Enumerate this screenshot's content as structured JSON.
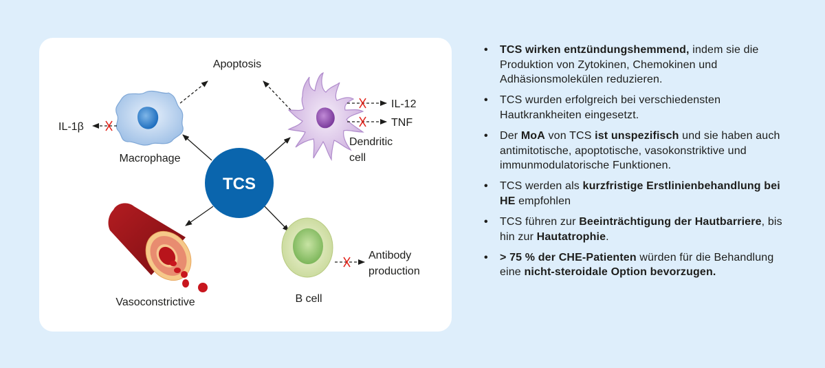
{
  "diagram": {
    "center": "TCS",
    "apoptosis": "Apoptosis",
    "macrophage": "Macrophage",
    "il1b": "IL-1β",
    "dendritic_line1": "Dendritic",
    "dendritic_line2": "cell",
    "il12": "IL-12",
    "tnf": "TNF",
    "vasoconstrictive": "Vasoconstrictive",
    "bcell": "B cell",
    "antibody_line1": "Antibody",
    "antibody_line2": "production"
  },
  "colors": {
    "background": "#deeefb",
    "tcs": "#0a65ad",
    "inhibit": "#e2231a"
  },
  "bullets": [
    [
      {
        "t": "TCS wirken entzündungshemmend,",
        "b": true
      },
      {
        "t": " indem sie die Produktion von Zytokinen, Chemokinen und Adhäsionsmolekülen reduzieren.",
        "b": false
      }
    ],
    [
      {
        "t": "TCS wurden erfolgreich bei verschiedensten Hautkrankheiten eingesetzt.",
        "b": false
      }
    ],
    [
      {
        "t": "Der ",
        "b": false
      },
      {
        "t": "MoA",
        "b": true
      },
      {
        "t": " von TCS ",
        "b": false
      },
      {
        "t": "ist unspezifisch",
        "b": true
      },
      {
        "t": " und sie haben auch antimitotische, apoptotische, vasokonstriktive und immunmodulatorische Funktionen.",
        "b": false
      }
    ],
    [
      {
        "t": "TCS werden als ",
        "b": false
      },
      {
        "t": "kurzfristige Erstlinienbehand­lung bei HE",
        "b": true
      },
      {
        "t": " empfohlen",
        "b": false
      }
    ],
    [
      {
        "t": "TCS führen zur ",
        "b": false
      },
      {
        "t": "Beeinträchtigung der Hautbar­riere",
        "b": true
      },
      {
        "t": ", bis hin zur ",
        "b": false
      },
      {
        "t": "Hautatrophie",
        "b": true
      },
      {
        "t": ".",
        "b": false
      }
    ],
    [
      {
        "t": "> 75 % der CHE-Patienten",
        "b": true
      },
      {
        "t": " würden für die Behandlung eine ",
        "b": false
      },
      {
        "t": "nicht-steroidale Option bevorzugen.",
        "b": true
      }
    ]
  ]
}
